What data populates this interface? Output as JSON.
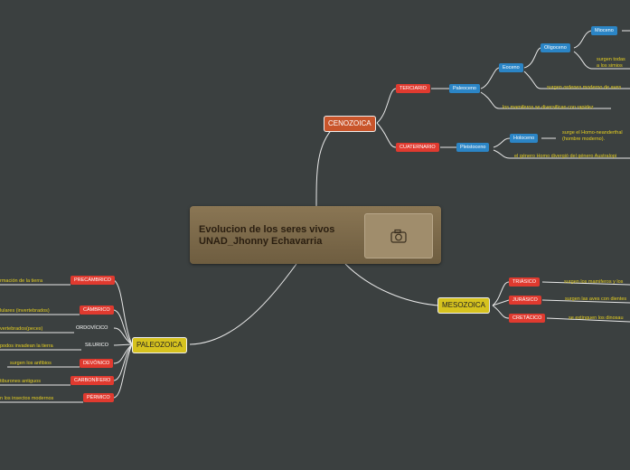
{
  "central": {
    "title": "Evolucion de los seres vivos\nUNAD_Jhonny Echavarria",
    "image_icon": "camera-icon"
  },
  "branches": {
    "cenozoica": "CENOZOICA",
    "mesozoica": "MESOZOICA",
    "paleozoica": "PALEOZOICA"
  },
  "cenozoica": {
    "terciario": "TERCIARIO",
    "paleoceno": "Paleoceno",
    "eoceno": "Eoceno",
    "oligoceno": "Oligoceno",
    "mioceno": "Mioceno",
    "oligoceno_text": "surgen todas\na los simios",
    "eoceno_text": "surgen ordenes moderno de aves",
    "paleoceno_text": "los mamiferos se diversifican con rapidez",
    "cuaternario": "CUATERNARIO",
    "pleistoceno": "Pleistoceno",
    "holoceno": "Holoceno",
    "holoceno_text": "surge el Homo-neanderthal\n(hombre moderno).",
    "pleistoceno_text": "el género Homo divergió del género Australopi"
  },
  "mesozoica": {
    "triasico": "TRIÁSICO",
    "triasico_text": "surgen los mamiferos y los",
    "jurasico": "JURÁSICO",
    "jurasico_text": "surgen las aves con dientes",
    "cretacico": "CRETÁCICO",
    "cretacico_text": "se extinguen los dinosau"
  },
  "paleozoica": {
    "precambrico": "PRECÁMBRICO",
    "precambrico_text": "rmación de la tierra",
    "cambrico": "CÁMBRICO",
    "cambrico_text": "lulares (invertebrados)",
    "ordovicico": "ORDOVÍCICO",
    "ordovicico_text": "vertebrados(peces)",
    "silurico": "SILURICO",
    "silurico_text": "podos invadean la tierra",
    "devonico": "DEVÓNICO",
    "devonico_text": "surgen los anfibios",
    "carbonifero": "CARBONÍFERO",
    "carbonifero_text": "tiburones antiguos",
    "permico": "PÉRMICO",
    "permico_text": "n los insectos modernos"
  },
  "colors": {
    "background": "#3b4040",
    "connector": "#e8e8e8",
    "red_node": "#e03a2f",
    "blue_node": "#2b85c6",
    "orange_branch": "#c9552b",
    "yellow_branch": "#d6c21e",
    "text_yellow": "#e6cf20"
  }
}
